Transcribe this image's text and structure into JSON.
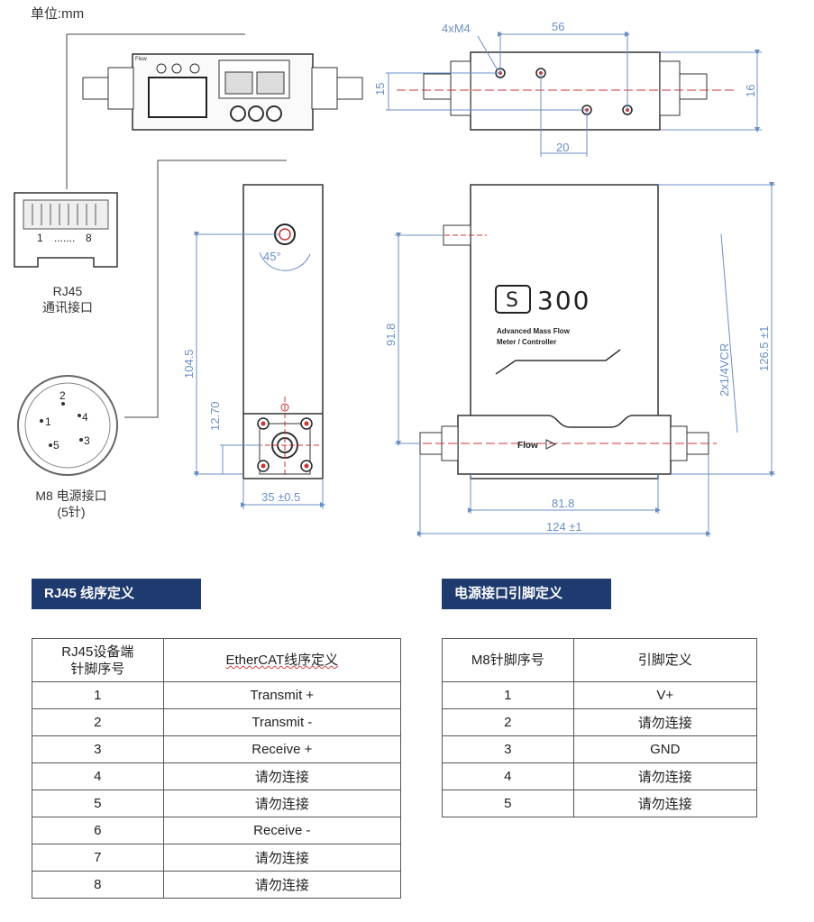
{
  "unit_label": "单位:mm",
  "drawing": {
    "rj45_label": [
      "RJ45",
      "通讯接口"
    ],
    "m8_label": [
      "M8  电源接口",
      "(5针)"
    ],
    "rj45_pins_text": [
      "1",
      "8"
    ],
    "m8_pins_text": [
      "1",
      "2",
      "3",
      "4",
      "5"
    ],
    "brand": "S 300",
    "brand_sub": [
      "Advanced Mass Flow",
      "Meter / Controller"
    ],
    "flow_text": "Flow",
    "angle_text": "45°",
    "dimensions": {
      "holes": "4xM4",
      "d56": "56",
      "d15": "15",
      "d16": "16",
      "d20": "20",
      "d104_5": "104.5",
      "d12_70": "12.70",
      "d35": "35 ±0.5",
      "d91_8": "91.8",
      "d126_5": "126.5 ±1",
      "vcr": "2x1/4VCR",
      "d81_8": "81.8",
      "d124": "124 ±1"
    }
  },
  "rj45_table": {
    "title": "RJ45 线序定义",
    "header": [
      "RJ45设备端\n针脚序号",
      "EtherCAT线序定义"
    ],
    "rows": [
      [
        "1",
        "Transmit +"
      ],
      [
        "2",
        "Transmit -"
      ],
      [
        "3",
        "Receive +"
      ],
      [
        "4",
        "请勿连接"
      ],
      [
        "5",
        "请勿连接"
      ],
      [
        "6",
        "Receive -"
      ],
      [
        "7",
        "请勿连接"
      ],
      [
        "8",
        "请勿连接"
      ]
    ]
  },
  "m8_table": {
    "title": "电源接口引脚定义",
    "header": [
      "M8针脚序号",
      "引脚定义"
    ],
    "rows": [
      [
        "1",
        "V+"
      ],
      [
        "2",
        "请勿连接"
      ],
      [
        "3",
        "GND"
      ],
      [
        "4",
        "请勿连接"
      ],
      [
        "5",
        "请勿连接"
      ]
    ]
  }
}
